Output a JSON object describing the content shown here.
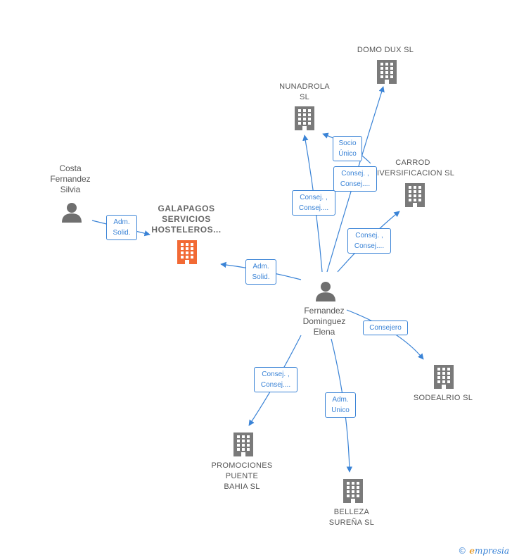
{
  "colors": {
    "edge": "#3a83d6",
    "company": "#7a7a7a",
    "main_company": "#f26a35",
    "person": "#6f6f6f"
  },
  "nodes": {
    "domo_dux": {
      "lines": [
        "DOMO DUX  SL"
      ],
      "icon": "building-icon"
    },
    "nunadrola": {
      "lines": [
        "NUNADROLA",
        "SL"
      ],
      "icon": "building-icon"
    },
    "carrod": {
      "lines": [
        "CARROD",
        "DIVERSIFICACION SL"
      ],
      "icon": "building-icon"
    },
    "galapagos": {
      "lines": [
        "GALAPAGOS",
        "SERVICIOS",
        "HOSTELEROS..."
      ],
      "icon": "building-icon"
    },
    "costa": {
      "lines": [
        "Costa",
        "Fernandez",
        "Silvia"
      ],
      "icon": "person-icon"
    },
    "fernandez": {
      "lines": [
        "Fernandez",
        "Dominguez",
        "Elena"
      ],
      "icon": "person-icon"
    },
    "sodealrio": {
      "lines": [
        "SODEALRIO SL"
      ],
      "icon": "building-icon"
    },
    "promociones": {
      "lines": [
        "PROMOCIONES",
        "PUENTE",
        "BAHIA  SL"
      ],
      "icon": "building-icon"
    },
    "belleza": {
      "lines": [
        "BELLEZA",
        "SUREÑA SL"
      ],
      "icon": "building-icon"
    }
  },
  "edges": {
    "costa_galapagos": [
      "Adm.",
      "Solid."
    ],
    "fernandez_galapagos": [
      "Adm.",
      "Solid."
    ],
    "socio_unico": [
      "Socio",
      "Único"
    ],
    "consej_domo": [
      "Consej. ,",
      "Consej...."
    ],
    "consej_nunadrola": [
      "Consej. ,",
      "Consej...."
    ],
    "consej_carrod": [
      "Consej. ,",
      "Consej...."
    ],
    "consejero": [
      "Consejero"
    ],
    "consej_promociones": [
      "Consej. ,",
      "Consej...."
    ],
    "adm_unico": [
      "Adm.",
      "Unico"
    ]
  },
  "brand": {
    "copyright": "©",
    "first": "e",
    "rest": "mpresia"
  }
}
